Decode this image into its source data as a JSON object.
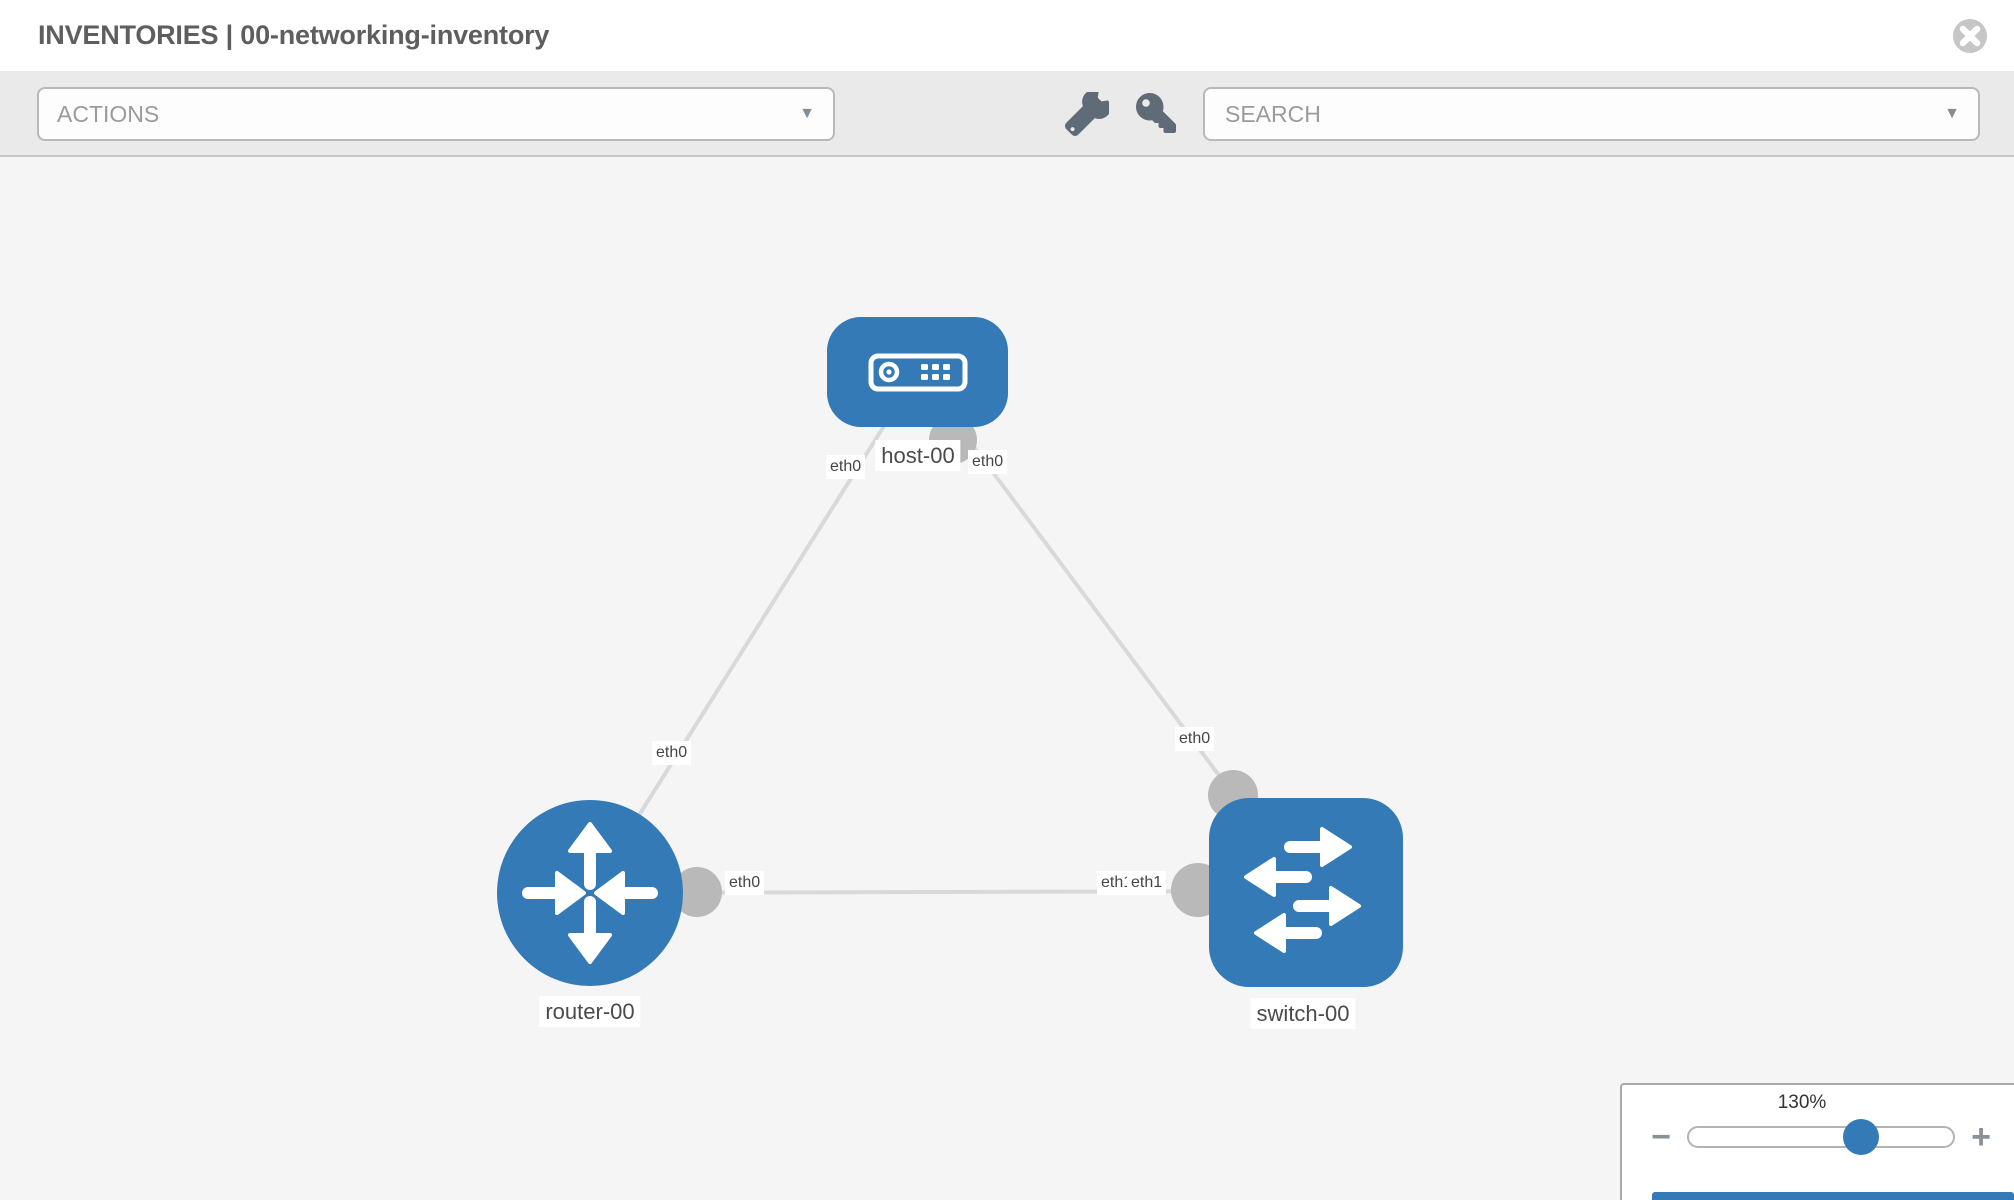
{
  "header": {
    "title": "INVENTORIES | 00-networking-inventory"
  },
  "toolbar": {
    "actions": {
      "label": "ACTIONS"
    },
    "search": {
      "placeholder": "SEARCH",
      "value": ""
    },
    "tools": [
      {
        "name": "wrench"
      },
      {
        "name": "key"
      }
    ]
  },
  "canvas": {
    "nodes": [
      {
        "id": "host-00",
        "type": "host",
        "label": "host-00"
      },
      {
        "id": "router-00",
        "type": "router",
        "label": "router-00"
      },
      {
        "id": "switch-00",
        "type": "switch",
        "label": "switch-00"
      }
    ],
    "links": [
      {
        "from": "host-00",
        "to": "router-00",
        "from_interface": "eth0",
        "to_interface": "eth0"
      },
      {
        "from": "host-00",
        "to": "switch-00",
        "from_interface": "eth0",
        "to_interface": "eth0"
      },
      {
        "from": "router-00",
        "to": "switch-00",
        "from_interface": "eth0",
        "to_interface": "eth1"
      }
    ]
  },
  "zoom_control": {
    "level": "130%",
    "minus": "−",
    "plus": "+",
    "position_pct": 65
  },
  "icons": {
    "chevron_down": "▼"
  },
  "colors": {
    "node_blue": "#337ab7",
    "edge_gray": "#d9d9d9",
    "handle_gray": "#b9b9b9",
    "canvas_bg": "#f5f5f6",
    "toolbar_bg": "#eaeaea"
  }
}
